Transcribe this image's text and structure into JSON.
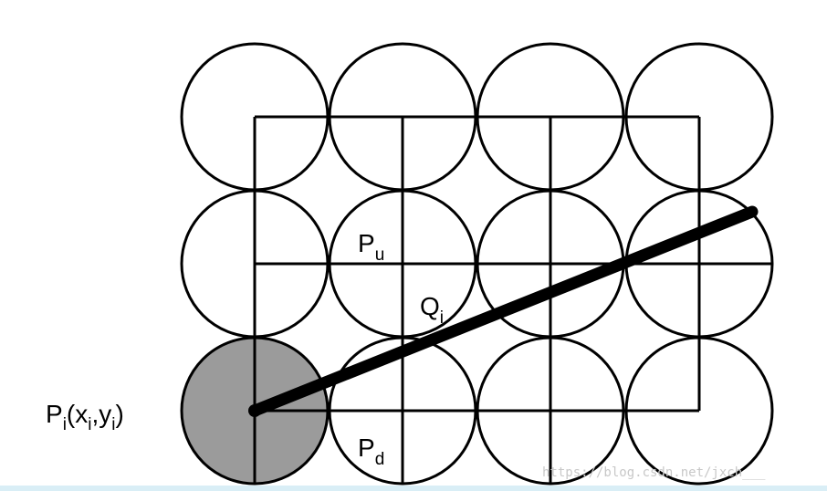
{
  "labels": {
    "p_up_main": "P",
    "p_up_sub": "u",
    "p_down_main": "P",
    "p_down_sub": "d",
    "q_main": "Q",
    "q_sub": "i",
    "start_p": "P",
    "start_i1": "i",
    "start_x_open": "(x",
    "start_i2": "i",
    "start_comma_y": ",y",
    "start_i3": "i",
    "start_close": ")"
  },
  "watermark": "https://blog.csdn.net/jxch___",
  "colors": {
    "line": "#000000",
    "start_fill": "#9b9b9b",
    "background": "#ffffff"
  }
}
